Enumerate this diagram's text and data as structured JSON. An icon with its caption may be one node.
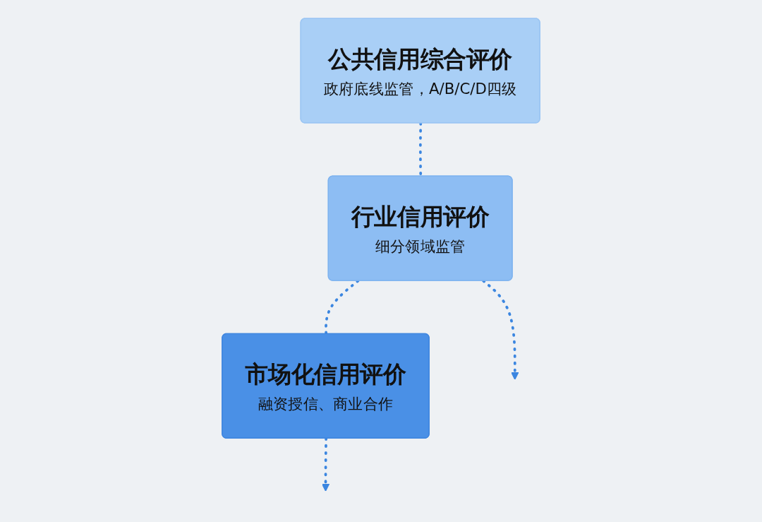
{
  "diagram": {
    "nodes": [
      {
        "text": [
          "公共信用综合评价",
          "政府底线监管，A/B/C/D四级"
        ]
      },
      {
        "text": [
          "行业信用评价",
          "细分领域监管"
        ]
      },
      {
        "text": [
          "市场化信用评价",
          "融资授信、商业合作"
        ]
      }
    ],
    "edges": [
      {
        "from": 0,
        "to": 1,
        "arrow": "none",
        "style": "dashed"
      },
      {
        "from": 1,
        "to": 2,
        "arrow": "none",
        "style": "dashed"
      },
      {
        "from": 1,
        "to": null,
        "arrow": "to",
        "style": "dashed"
      },
      {
        "from": 2,
        "to": null,
        "arrow": "to",
        "style": "dashed"
      }
    ]
  }
}
